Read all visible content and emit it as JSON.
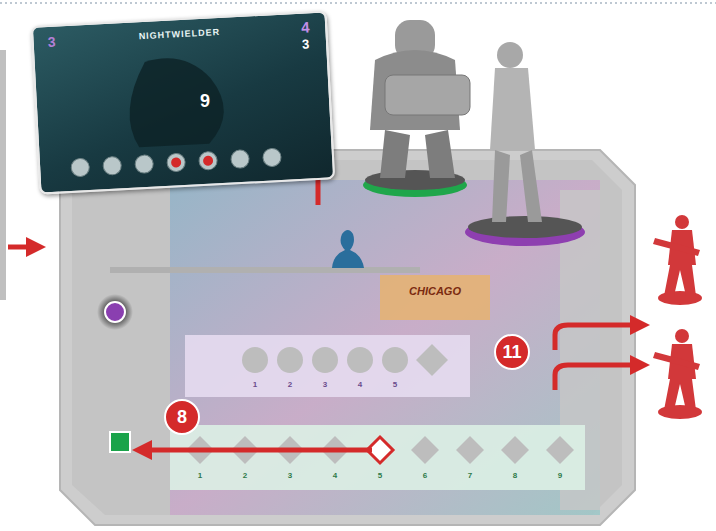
{
  "diagram": {
    "nodes": [
      {
        "text": [
          "NIGHTWIELDER",
          "3",
          "4",
          "3"
        ]
      }
    ],
    "labels": [
      "9",
      "8",
      "11",
      "CHICAGO",
      "1",
      "2",
      "3",
      "4",
      "5",
      "1",
      "2",
      "3",
      "4",
      "5",
      "6",
      "7",
      "8",
      "9"
    ]
  }
}
